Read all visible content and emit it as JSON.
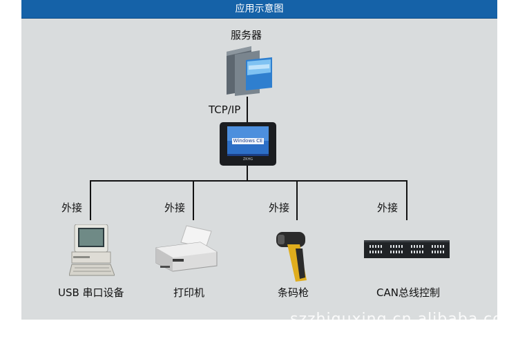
{
  "header": {
    "title": "应用示意图"
  },
  "server": {
    "label": "服务器"
  },
  "link": {
    "protocol": "TCP/IP"
  },
  "terminal": {
    "screen_text": "Windows CE",
    "brand": "ZKHG"
  },
  "branches": [
    {
      "connector": "外接",
      "label": "USB 串口设备",
      "icon": "computer-icon"
    },
    {
      "connector": "外接",
      "label": "打印机",
      "icon": "printer-icon"
    },
    {
      "connector": "外接",
      "label": "条码枪",
      "icon": "barcode-scanner-icon"
    },
    {
      "connector": "外接",
      "label": "CAN总线控制",
      "icon": "can-bus-module-icon"
    }
  ],
  "watermark": "szzhiguxing.cn.alibaba.com"
}
